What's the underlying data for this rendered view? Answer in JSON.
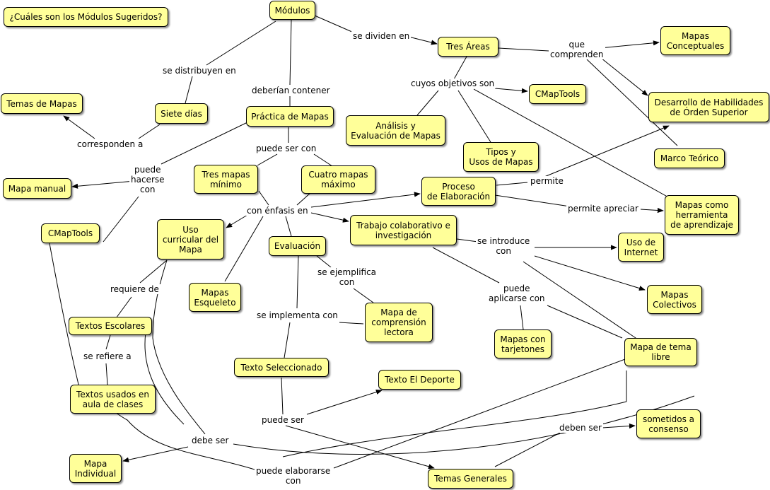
{
  "concepts": {
    "title_question": "¿Cuáles son los Módulos Sugeridos?",
    "modulos": "Módulos",
    "tres_areas": "Tres Áreas",
    "mapas_conceptuales": "Mapas\nConceptuales",
    "desarrollo": "Desarrollo de Habilidades\nde Órden Superior",
    "marco_teorico": "Marco Teórico",
    "cmaptools_right": "CMapTools",
    "analisis": "Análisis y\nEvaluación de Mapas",
    "tipos": "Tipos y\nUsos de Mapas",
    "temas_de_mapas": "Temas de Mapas",
    "siete_dias": "Siete días",
    "practica": "Práctica de Mapas",
    "mapa_manual": "Mapa manual",
    "tres_mapas": "Tres mapas\nmínimo",
    "cuatro_mapas": "Cuatro mapas\nmáximo",
    "proceso": "Proceso\nde Elaboración",
    "mapas_herramienta": "Mapas como\nherramienta\nde aprendizaje",
    "cmaptools_left": "CMapTools",
    "uso_curricular": "Uso\ncurricular del\nMapa",
    "evaluacion": "Evaluación",
    "trabajo": "Trabajo colaborativo e\ninvestigación",
    "uso_internet": "Uso de\nInternet",
    "mapas_colectivos": "Mapas\nColectivos",
    "mapas_esqueleto": "Mapas\nEsqueleto",
    "mapa_comprension": "Mapa de\ncomprensión\nlectora",
    "textos_escolares": "Textos Escolares",
    "mapas_tarjetones": "Mapas con\ntarjetones",
    "mapa_libre": "Mapa de tema\nlibre",
    "texto_seleccionado": "Texto Seleccionado",
    "texto_deporte": "Texto El Deporte",
    "textos_usados": "Textos usados en\naula de clases",
    "sometidos": "sometidos a\nconsenso",
    "mapa_individual": "Mapa\nIndividual",
    "temas_generales": "Temas Generales"
  },
  "linking_phrases": {
    "se_dividen_en": "se dividen en",
    "que_comprenden": "que\ncomprenden",
    "cuyos_objetivos_son": "cuyos objetivos son",
    "se_distribuyen_en": "se distribuyen en",
    "deberian_contener": "deberían contener",
    "corresponden_a": "corresponden a",
    "puede_ser_con": "puede ser con",
    "puede_hacerse_con": "puede\nhacerse\ncon",
    "permite": "permite",
    "permite_apreciar": "permite apreciar",
    "con_enfasis_en": "con énfasis en",
    "se_introduce_con": "se introduce\ncon",
    "se_ejemplifica_con": "se ejemplifica\ncon",
    "requiere_de": "requiere de",
    "puede_aplicarse_con": "puede\naplicarse con",
    "se_implementa_con": "se implementa con",
    "se_refiere_a": "se refiere a",
    "puede_ser": "puede ser",
    "debe_ser": "debe ser",
    "deben_ser": "deben ser",
    "puede_elaborarse_con": "puede elaborarse\ncon"
  },
  "colors": {
    "concept_fill": "#ffff99",
    "line": "#000000",
    "background": "#ffffff"
  }
}
